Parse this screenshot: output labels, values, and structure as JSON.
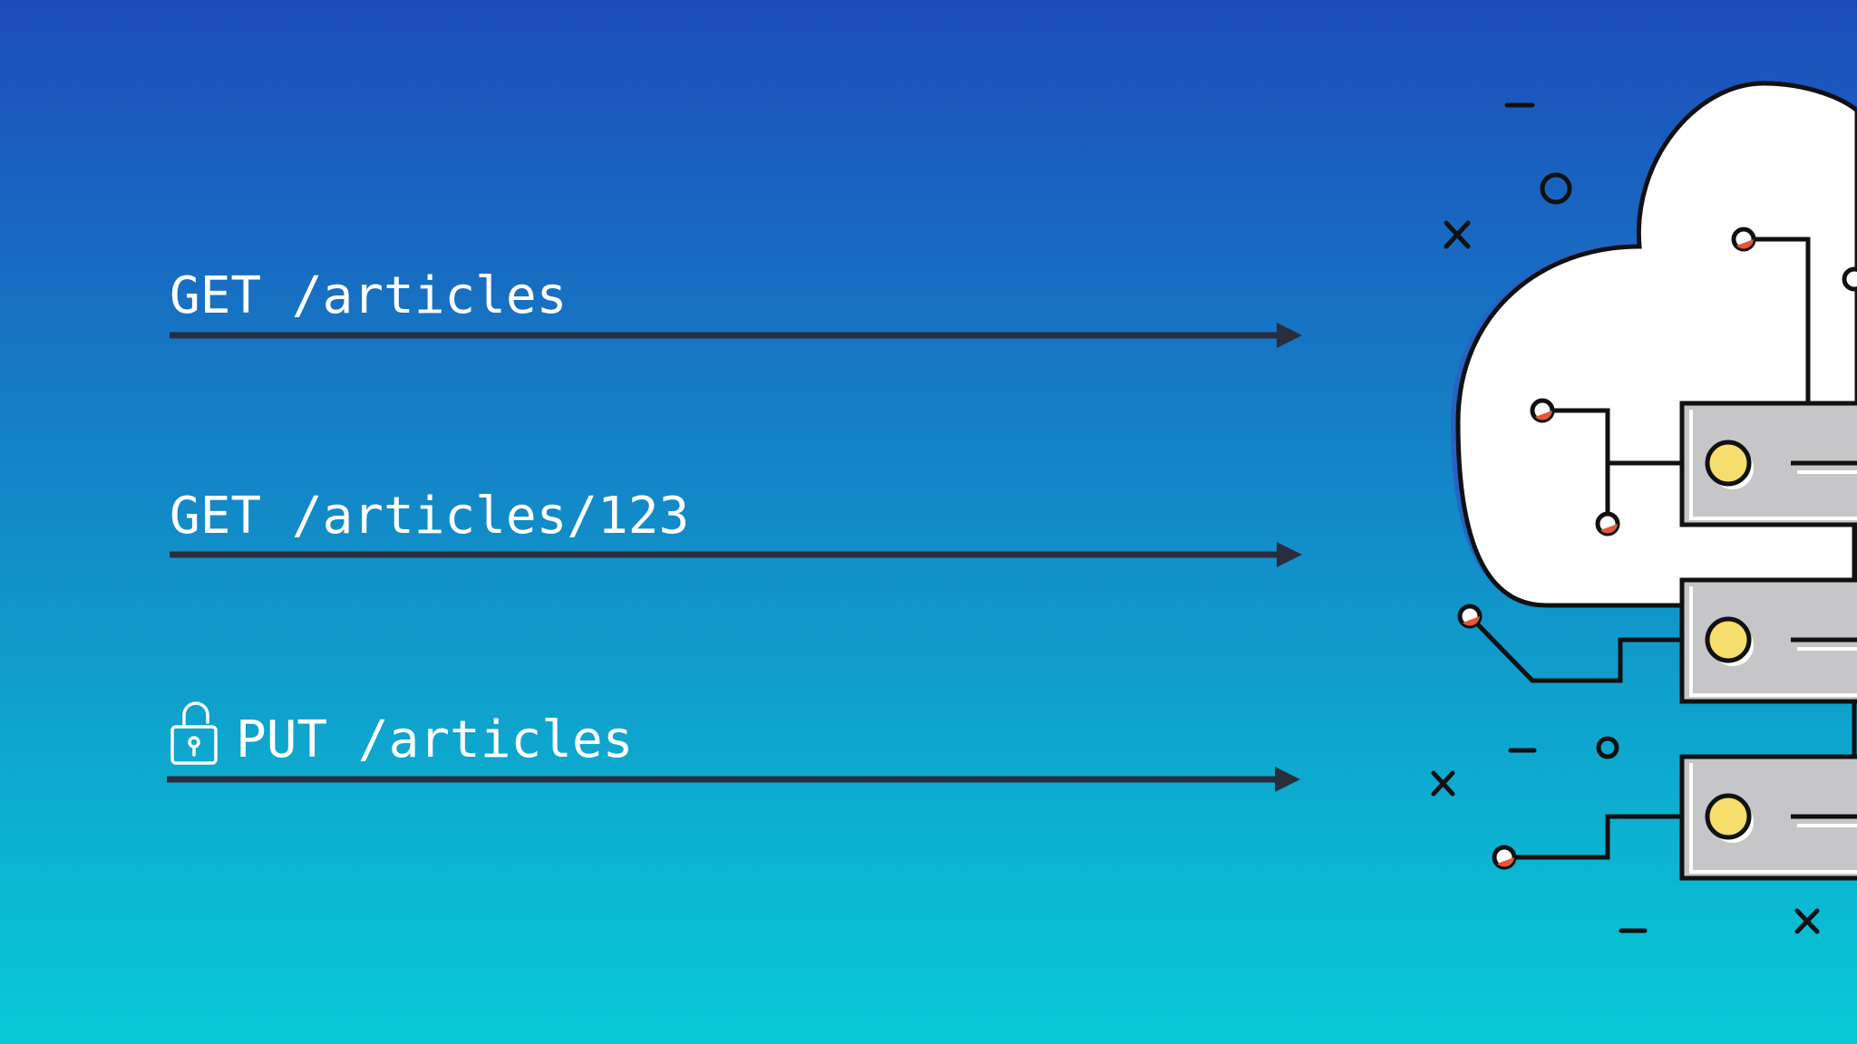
{
  "colors": {
    "gradient_top": "#1D4CBA",
    "gradient_bottom": "#08CAD6",
    "arrow": "#2A2D3E",
    "ink": "#111111",
    "cloud_fill": "#FFFFFF",
    "cloud_shadow": "#2563C4",
    "server_fill": "#C6C6C8",
    "led": "#F6DE6C",
    "node_accent": "#E5553B"
  },
  "requests": [
    {
      "label": "GET /articles",
      "icon": null
    },
    {
      "label": "GET /articles/123",
      "icon": null
    },
    {
      "label": "PUT /articles",
      "icon": "unlocked-padlock-icon"
    }
  ],
  "illustration": {
    "subject": "cloud-server-icon",
    "server_count": 3
  }
}
